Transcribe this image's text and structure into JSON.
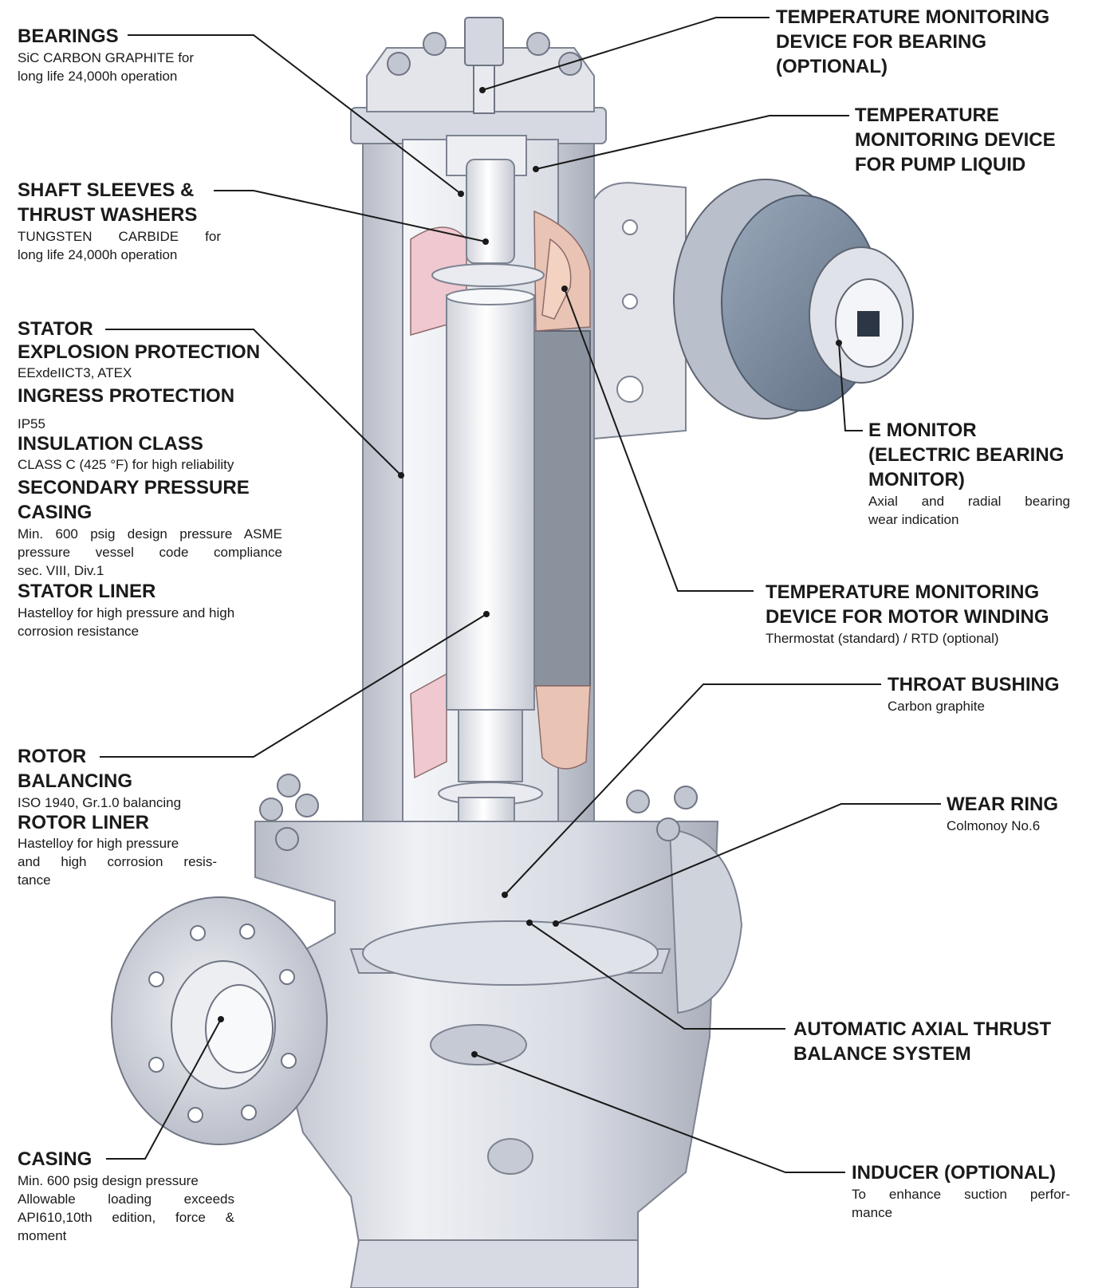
{
  "callouts": {
    "bearings": {
      "title": "BEARINGS",
      "desc": [
        "SiC CARBON GRAPHITE for",
        "long life 24,000h operation"
      ]
    },
    "shaft_sleeves": {
      "title": [
        "SHAFT SLEEVES &",
        "THRUST WASHERS"
      ],
      "desc": [
        "TUNGSTEN CARBIDE for",
        "long life 24,000h operation"
      ]
    },
    "stator": {
      "title": "STATOR",
      "explosion_title": "EXPLOSION PROTECTION",
      "explosion_desc": "EExdeIICT3, ATEX",
      "ingress_title": "INGRESS PROTECTION",
      "ingress_desc": "IP55",
      "insulation_title": "INSULATION CLASS",
      "insulation_desc": "CLASS C (425 °F) for high reliability",
      "secondary_title": [
        "SECONDARY PRESSURE",
        "CASING"
      ],
      "secondary_desc": [
        "Min. 600 psig design pressure ASME",
        "pressure vessel code compliance",
        "sec. VIII, Div.1"
      ],
      "liner_title": "STATOR LINER",
      "liner_desc": [
        "Hastelloy for high pressure and high",
        "corrosion resistance"
      ]
    },
    "rotor": {
      "title": "ROTOR",
      "balancing_title": "BALANCING",
      "balancing_desc": "ISO 1940, Gr.1.0 balancing",
      "liner_title": "ROTOR LINER",
      "liner_desc": [
        "Hastelloy for high pressure",
        "and high corrosion resis-",
        "tance"
      ]
    },
    "casing": {
      "title": "CASING",
      "desc": [
        "Min. 600 psig design pressure",
        "Allowable loading exceeds",
        "API610,10th edition, force &",
        "moment"
      ]
    },
    "temp_bearing": {
      "title": [
        "TEMPERATURE MONITORING",
        "DEVICE FOR BEARING",
        "(OPTIONAL)"
      ]
    },
    "temp_liquid": {
      "title": [
        "TEMPERATURE",
        "MONITORING DEVICE",
        "FOR PUMP LIQUID"
      ]
    },
    "e_monitor": {
      "title": [
        "E MONITOR",
        "(ELECTRIC BEARING",
        "MONITOR)"
      ],
      "desc": [
        "Axial and radial bearing",
        "wear indication"
      ]
    },
    "temp_winding": {
      "title": [
        "TEMPERATURE MONITORING",
        "DEVICE FOR MOTOR WINDING"
      ],
      "desc": "Thermostat (standard) / RTD (optional)"
    },
    "throat_bushing": {
      "title": "THROAT BUSHING",
      "desc": "Carbon graphite"
    },
    "wear_ring": {
      "title": "WEAR RING",
      "desc": "Colmonoy No.6"
    },
    "axial_thrust": {
      "title": [
        "AUTOMATIC AXIAL THRUST",
        "BALANCE SYSTEM"
      ]
    },
    "inducer": {
      "title": "INDUCER (OPTIONAL)",
      "desc": [
        "To enhance suction perfor-",
        "mance"
      ]
    }
  },
  "colors": {
    "metal_light": "#e4e6ec",
    "metal_mid": "#c9ccd6",
    "metal_dark": "#8f95a3",
    "winding_copper": "#e9c3b3",
    "winding_pink": "#f0c8d0",
    "stator_core": "#8a929e",
    "monitor_blue": "#6f7f93",
    "leader_line": "#1a1a1a"
  }
}
